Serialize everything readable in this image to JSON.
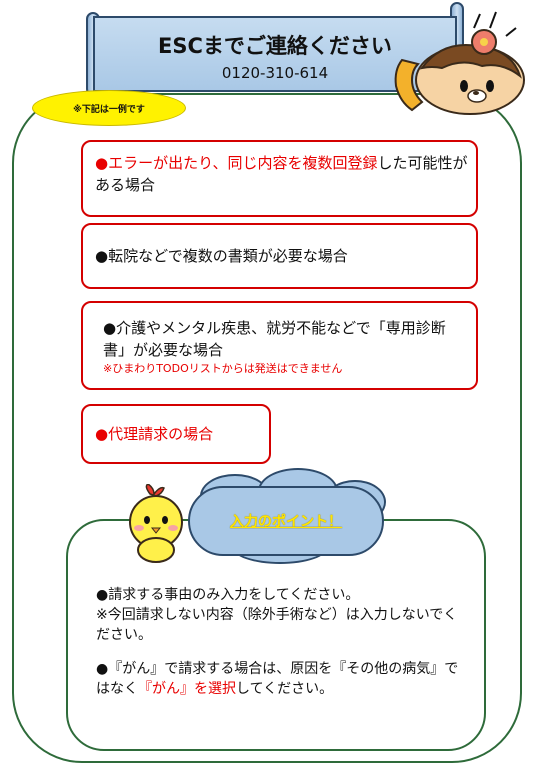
{
  "banner": {
    "title": "ESCまでご連絡ください",
    "phone": "0120-310-614"
  },
  "note": "※下記は一例です",
  "cases": [
    {
      "bullet": "●",
      "text": "エラーが出たり、同じ内容を複数回登録",
      "text_tail": "した可能性がある場合"
    },
    {
      "bullet": "●",
      "text": "転院などで複数の書類が必要な場合"
    },
    {
      "bullet": "●",
      "text": "介護やメンタル疾患、就労不能などで「専用診断書」が必要な場合",
      "note": "※ひまわりTODOリストからは発送はできません"
    },
    {
      "bullet": "●",
      "text": "代理請求の場合"
    }
  ],
  "point": {
    "label": "入力のポイント！",
    "line1": "●請求する事由のみ入力をしてください。",
    "line2": "※今回請求しない内容（除外手術など）は入力しないでください。",
    "line3_a": "●『がん』で請求する場合は、原因を『その他の病気』ではなく",
    "line3_red": "『がん』を選択",
    "line3_b": "してください。"
  },
  "colors": {
    "accent_red": "#e80000",
    "frame_green": "#2e6b3a",
    "banner_blue": "#a9c8e6",
    "note_yellow": "#fff200"
  },
  "icons": [
    "bear-with-phone-illustration",
    "chick-illustration"
  ]
}
